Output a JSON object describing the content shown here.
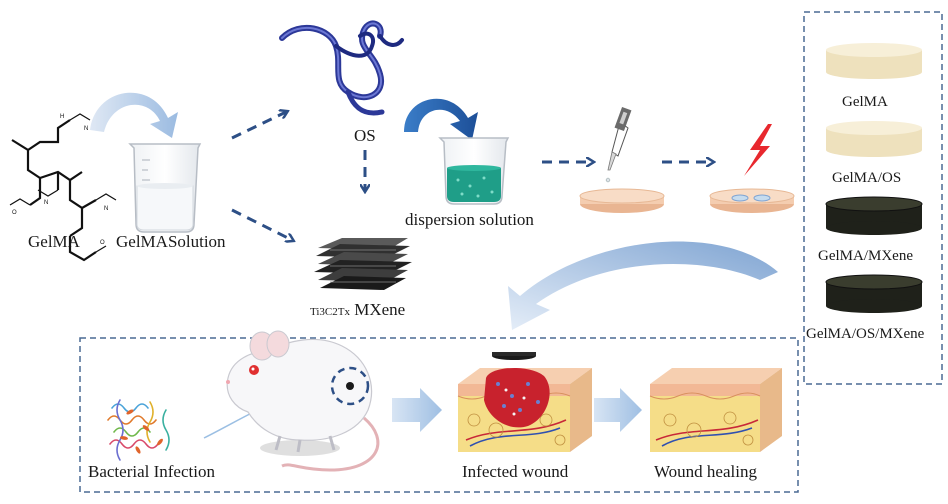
{
  "labels": {
    "gelma": "GelMA",
    "gelma_solution": "GelMASolution",
    "os": "OS",
    "dispersion_solution": "dispersion solution",
    "mxene_prefix": "Ti3C2Tx",
    "mxene": "MXene",
    "bacterial_infection": "Bacterial Infection",
    "infected_wound": "Infected wound",
    "wound_healing": "Wound healing"
  },
  "hydrogels": [
    {
      "label": "GelMA",
      "kind": "light"
    },
    {
      "label": "GelMA/OS",
      "kind": "light"
    },
    {
      "label": "GelMA/MXene",
      "kind": "dark"
    },
    {
      "label": "GelMA/OS/MXene",
      "kind": "dark"
    }
  ],
  "colors": {
    "arrow_dashed": "#2d4f86",
    "arrow_curved": "#2f6bb5",
    "arrow_light": "#a9c4e4",
    "border_dashed": "#4a6a94",
    "gel_light": "#f3e9cc",
    "gel_dark": "#27291e",
    "petri": "#f4cdb0",
    "dispersion": "#1f9e88",
    "os_ribbon": "#2c3898",
    "flash": "#e8282e",
    "skin_top": "#f2c49a",
    "fat": "#f5dd88",
    "wound": "#c8222d"
  },
  "icons": [
    "gelma-molecule-icon",
    "beaker-icon",
    "os-ribbon-icon",
    "mxene-sheets-icon",
    "pipette-icon",
    "lightning-icon",
    "petri-dish-icon",
    "mouse-icon",
    "bacteria-icon",
    "skin-block-icon"
  ]
}
